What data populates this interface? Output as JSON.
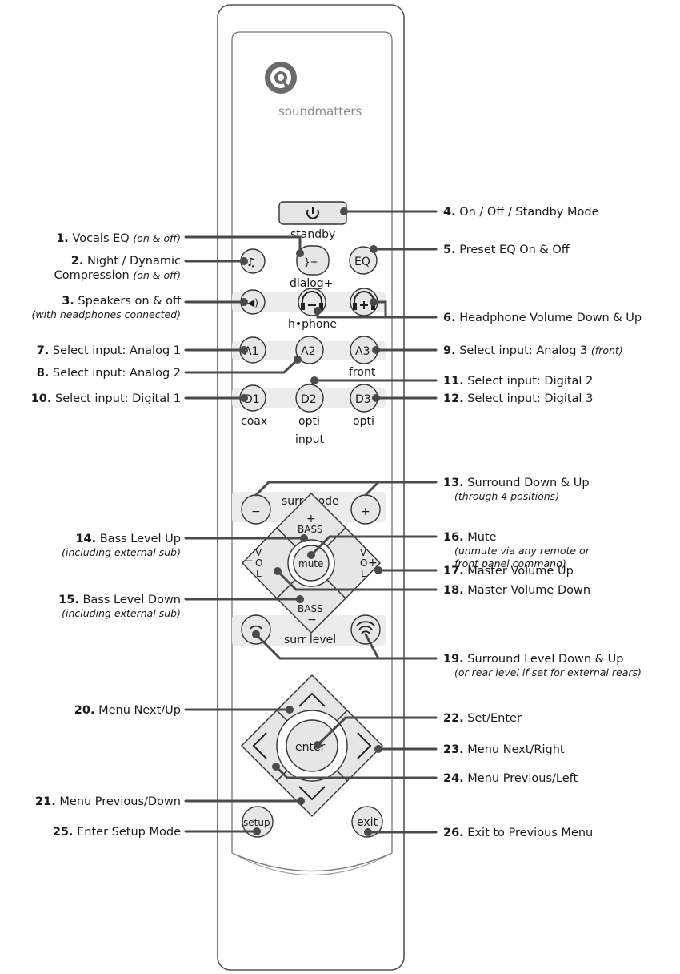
{
  "brand": {
    "name": "soundmatters"
  },
  "remote_buttons": {
    "standby_caption": "standby",
    "dialog_caption": "dialog+",
    "eq": "EQ",
    "hphone_caption": "h•phone",
    "a1": "A1",
    "a2": "A2",
    "a3": "A3",
    "front_caption": "front",
    "d1": "D1",
    "d2": "D2",
    "d3": "D3",
    "coax_caption": "coax",
    "opti_caption_1": "opti",
    "opti_caption_2": "opti",
    "input_caption": "input",
    "surr_mode": "surr mode",
    "minus": "−",
    "plus": "+",
    "bass": "BASS",
    "vol_v": "V",
    "vol_o": "O",
    "vol_l": "L",
    "mute": "mute",
    "surr_level": "surr level",
    "enter": "enter",
    "setup": "setup",
    "exit": "exit"
  },
  "callouts": [
    {
      "num": "1.",
      "text": "Vocals EQ",
      "note": "(on & off)"
    },
    {
      "num": "2.",
      "text": "Night / Dynamic",
      "text2": "Compression",
      "note": "(on & off)"
    },
    {
      "num": "3.",
      "text": "Speakers on & off",
      "sub": "(with headphones connected)"
    },
    {
      "num": "4.",
      "text": "On / Off / Standby Mode"
    },
    {
      "num": "5.",
      "text": "Preset EQ On & Off"
    },
    {
      "num": "6.",
      "text": "Headphone Volume Down & Up"
    },
    {
      "num": "7.",
      "text": "Select input:  Analog 1"
    },
    {
      "num": "8.",
      "text": "Select input:  Analog 2"
    },
    {
      "num": "9.",
      "text": "Select input:  Analog 3",
      "note": "(front)"
    },
    {
      "num": "10.",
      "text": "Select input:  Digital 1"
    },
    {
      "num": "11.",
      "text": "Select input:  Digital 2"
    },
    {
      "num": "12.",
      "text": "Select input:  Digital 3"
    },
    {
      "num": "13.",
      "text": "Surround Down & Up",
      "sub": "(through 4 positions)"
    },
    {
      "num": "14.",
      "text": "Bass Level Up",
      "sub": "(including external sub)"
    },
    {
      "num": "15.",
      "text": "Bass Level Down",
      "sub": "(including external sub)"
    },
    {
      "num": "16.",
      "text": "Mute",
      "sub": "(unmute via any remote or",
      "sub2": "front panel command)"
    },
    {
      "num": "17.",
      "text": "Master Volume Up"
    },
    {
      "num": "18.",
      "text": "Master Volume Down"
    },
    {
      "num": "19.",
      "text": "Surround Level Down & Up",
      "sub": "(or rear level if set for external rears)"
    },
    {
      "num": "20.",
      "text": "Menu Next/Up"
    },
    {
      "num": "21.",
      "text": "Menu Previous/Down"
    },
    {
      "num": "22.",
      "text": "Set/Enter"
    },
    {
      "num": "23.",
      "text": "Menu Next/Right"
    },
    {
      "num": "24.",
      "text": "Menu Previous/Left"
    },
    {
      "num": "25.",
      "text": "Enter Setup Mode"
    },
    {
      "num": "26.",
      "text": "Exit to Previous Menu"
    }
  ]
}
